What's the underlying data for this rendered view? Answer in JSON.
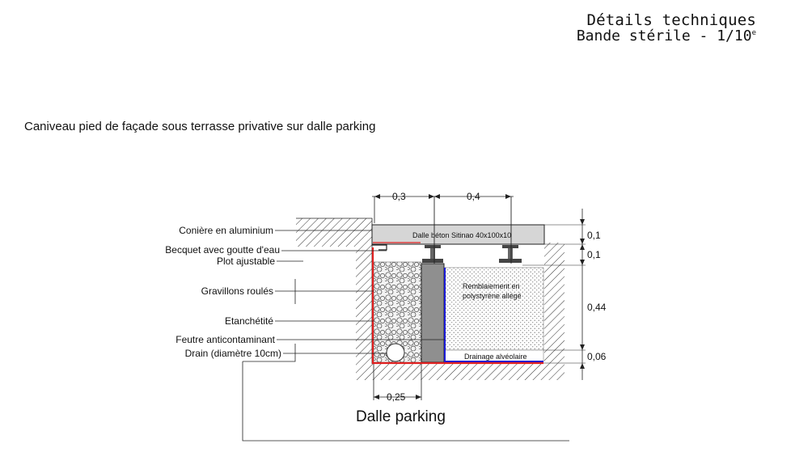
{
  "header": {
    "title": "Détails techniques",
    "subtitle_main": "Bande stérile - 1/10",
    "subtitle_sup": "e"
  },
  "caption": "Caniveau pied de façade sous terrasse privative sur dalle parking",
  "labels": {
    "coniere": "Conière en aluminium",
    "becquet": "Becquet avec goutte d'eau",
    "plot": "Plot ajustable",
    "gravillons": "Gravillons roulés",
    "etancheite": "Etanchétité",
    "feutre": "Feutre anticontaminant",
    "drain": "Drain (diamètre 10cm)"
  },
  "dimensions": {
    "top_left": "0,3",
    "top_right": "0,4",
    "bottom": "0,25",
    "right_1": "0,1",
    "right_2": "0,1",
    "right_3": "0,44",
    "right_4": "0,06"
  },
  "inner_text": {
    "dalle": "Dalle béton Sitinao 40x100x10",
    "remblaiement_1": "Remblaiement en",
    "remblaiement_2": "polystyrène allégé",
    "drainage": "Drainage alvéolaire"
  },
  "bottom_label": "Dalle parking",
  "colors": {
    "waterproofing": "#e02020",
    "felt": "#1c1cd8",
    "slab": "#d6d6d6",
    "wall": "#8f8f8f"
  }
}
